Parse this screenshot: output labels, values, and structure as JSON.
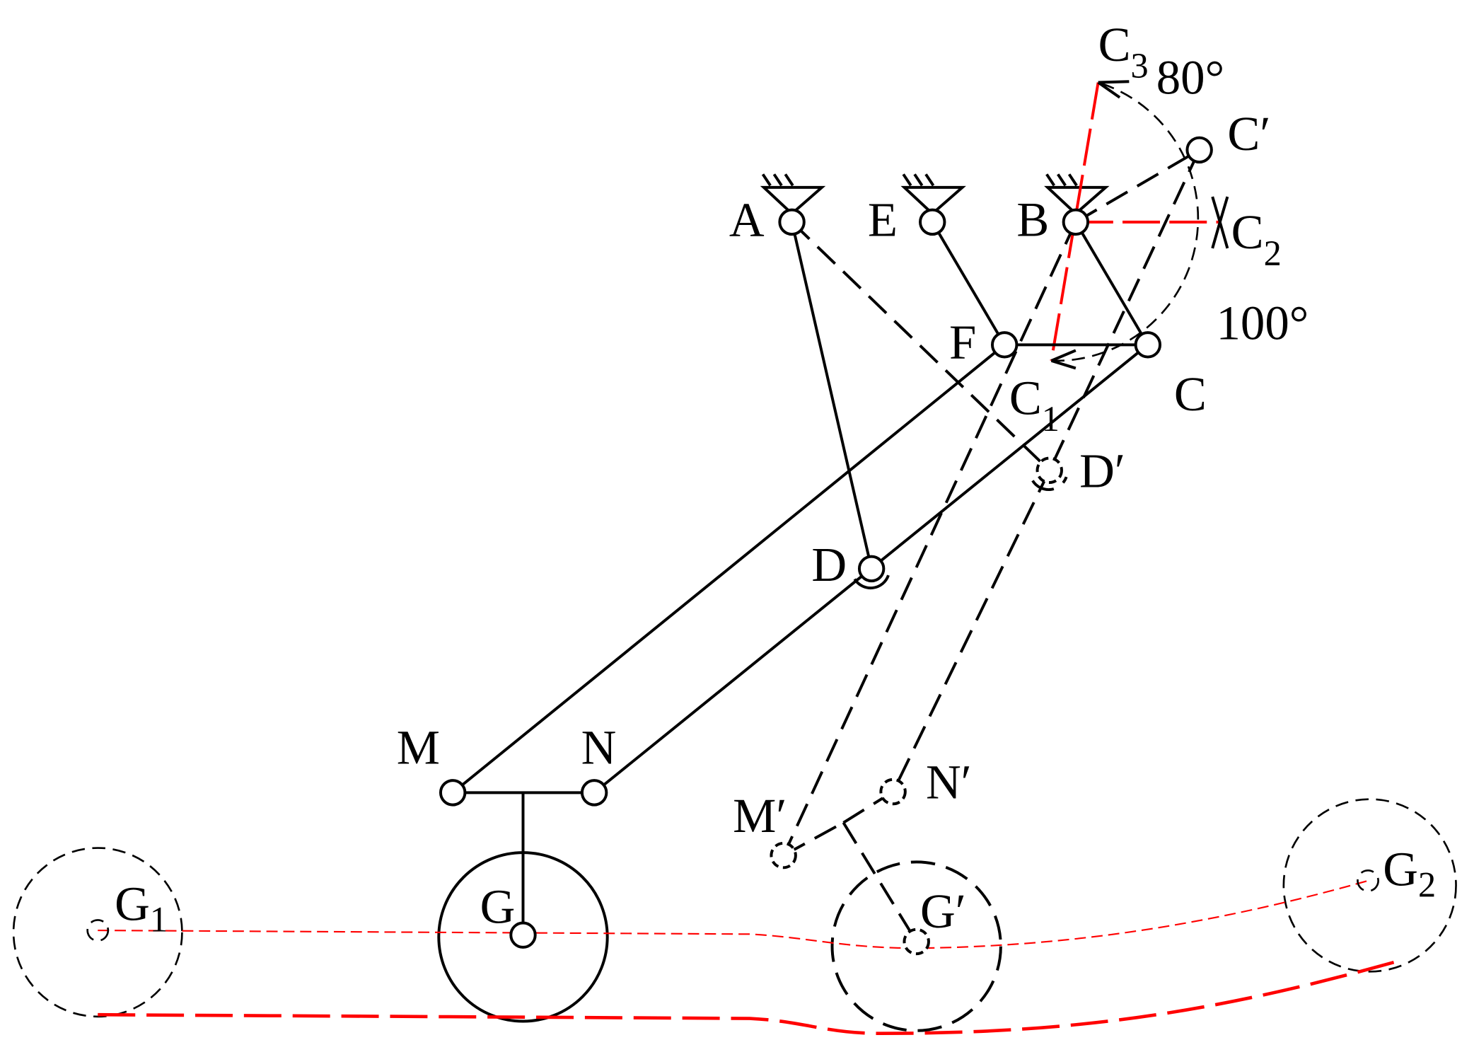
{
  "labels": {
    "A": "A",
    "E": "E",
    "B": "B",
    "F": "F",
    "C": "C",
    "C_prime": "C′",
    "D": "D",
    "D_prime": "D′",
    "M": "M",
    "N": "N",
    "M_prime": "M′",
    "N_prime": "N′",
    "G": "G",
    "G_prime": "G′",
    "G1": {
      "main": "G",
      "sub": "1"
    },
    "G2": {
      "main": "G",
      "sub": "2"
    },
    "C1": {
      "main": "C",
      "sub": "1"
    },
    "C2": {
      "main": "C",
      "sub": "2"
    },
    "C3": {
      "main": "C",
      "sub": "3"
    }
  },
  "angles": {
    "upper": "80°",
    "lower": "100°"
  },
  "colors": {
    "link": "#000000",
    "trajectory": "#ff0000"
  }
}
